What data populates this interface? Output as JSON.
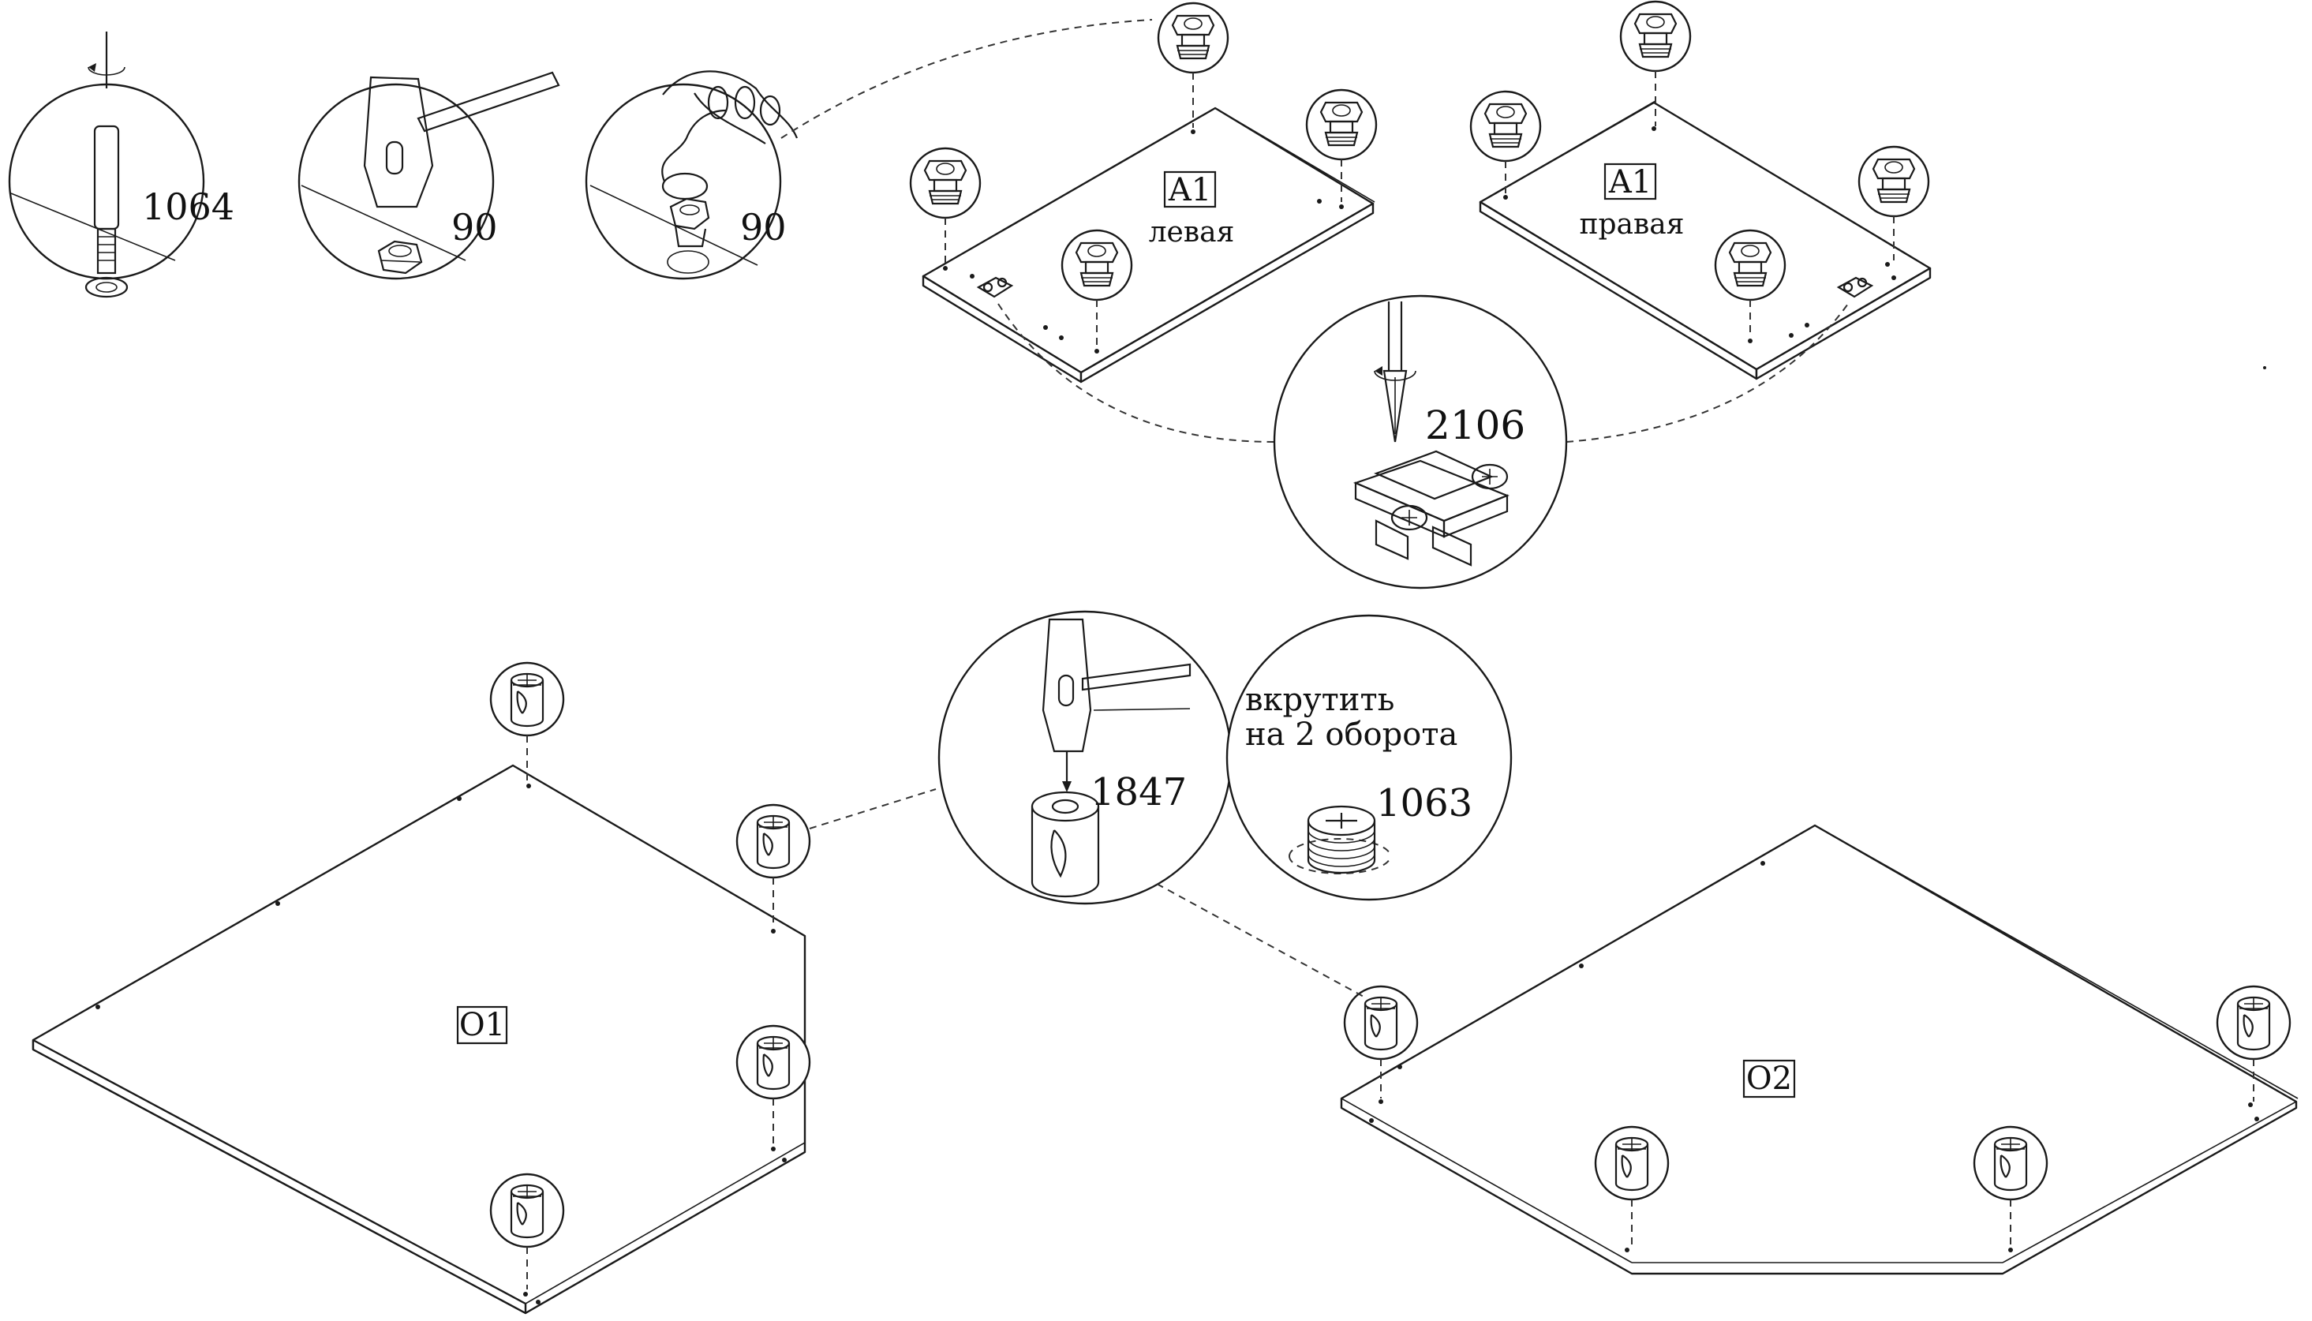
{
  "detail_circles": {
    "screw": {
      "part": "1064"
    },
    "hammer": {
      "part": "90"
    },
    "press": {
      "part": "90"
    },
    "hinge": {
      "part": "2106"
    },
    "dowel": {
      "part": "1847"
    },
    "cam": {
      "part": "1063",
      "note_line1": "вкрутить",
      "note_line2": "на 2 оборота"
    }
  },
  "panels": {
    "a1_left": {
      "code": "A1",
      "side": "левая"
    },
    "a1_right": {
      "code": "A1",
      "side": "правая"
    },
    "o1": {
      "code": "O1"
    },
    "o2": {
      "code": "O2"
    }
  }
}
